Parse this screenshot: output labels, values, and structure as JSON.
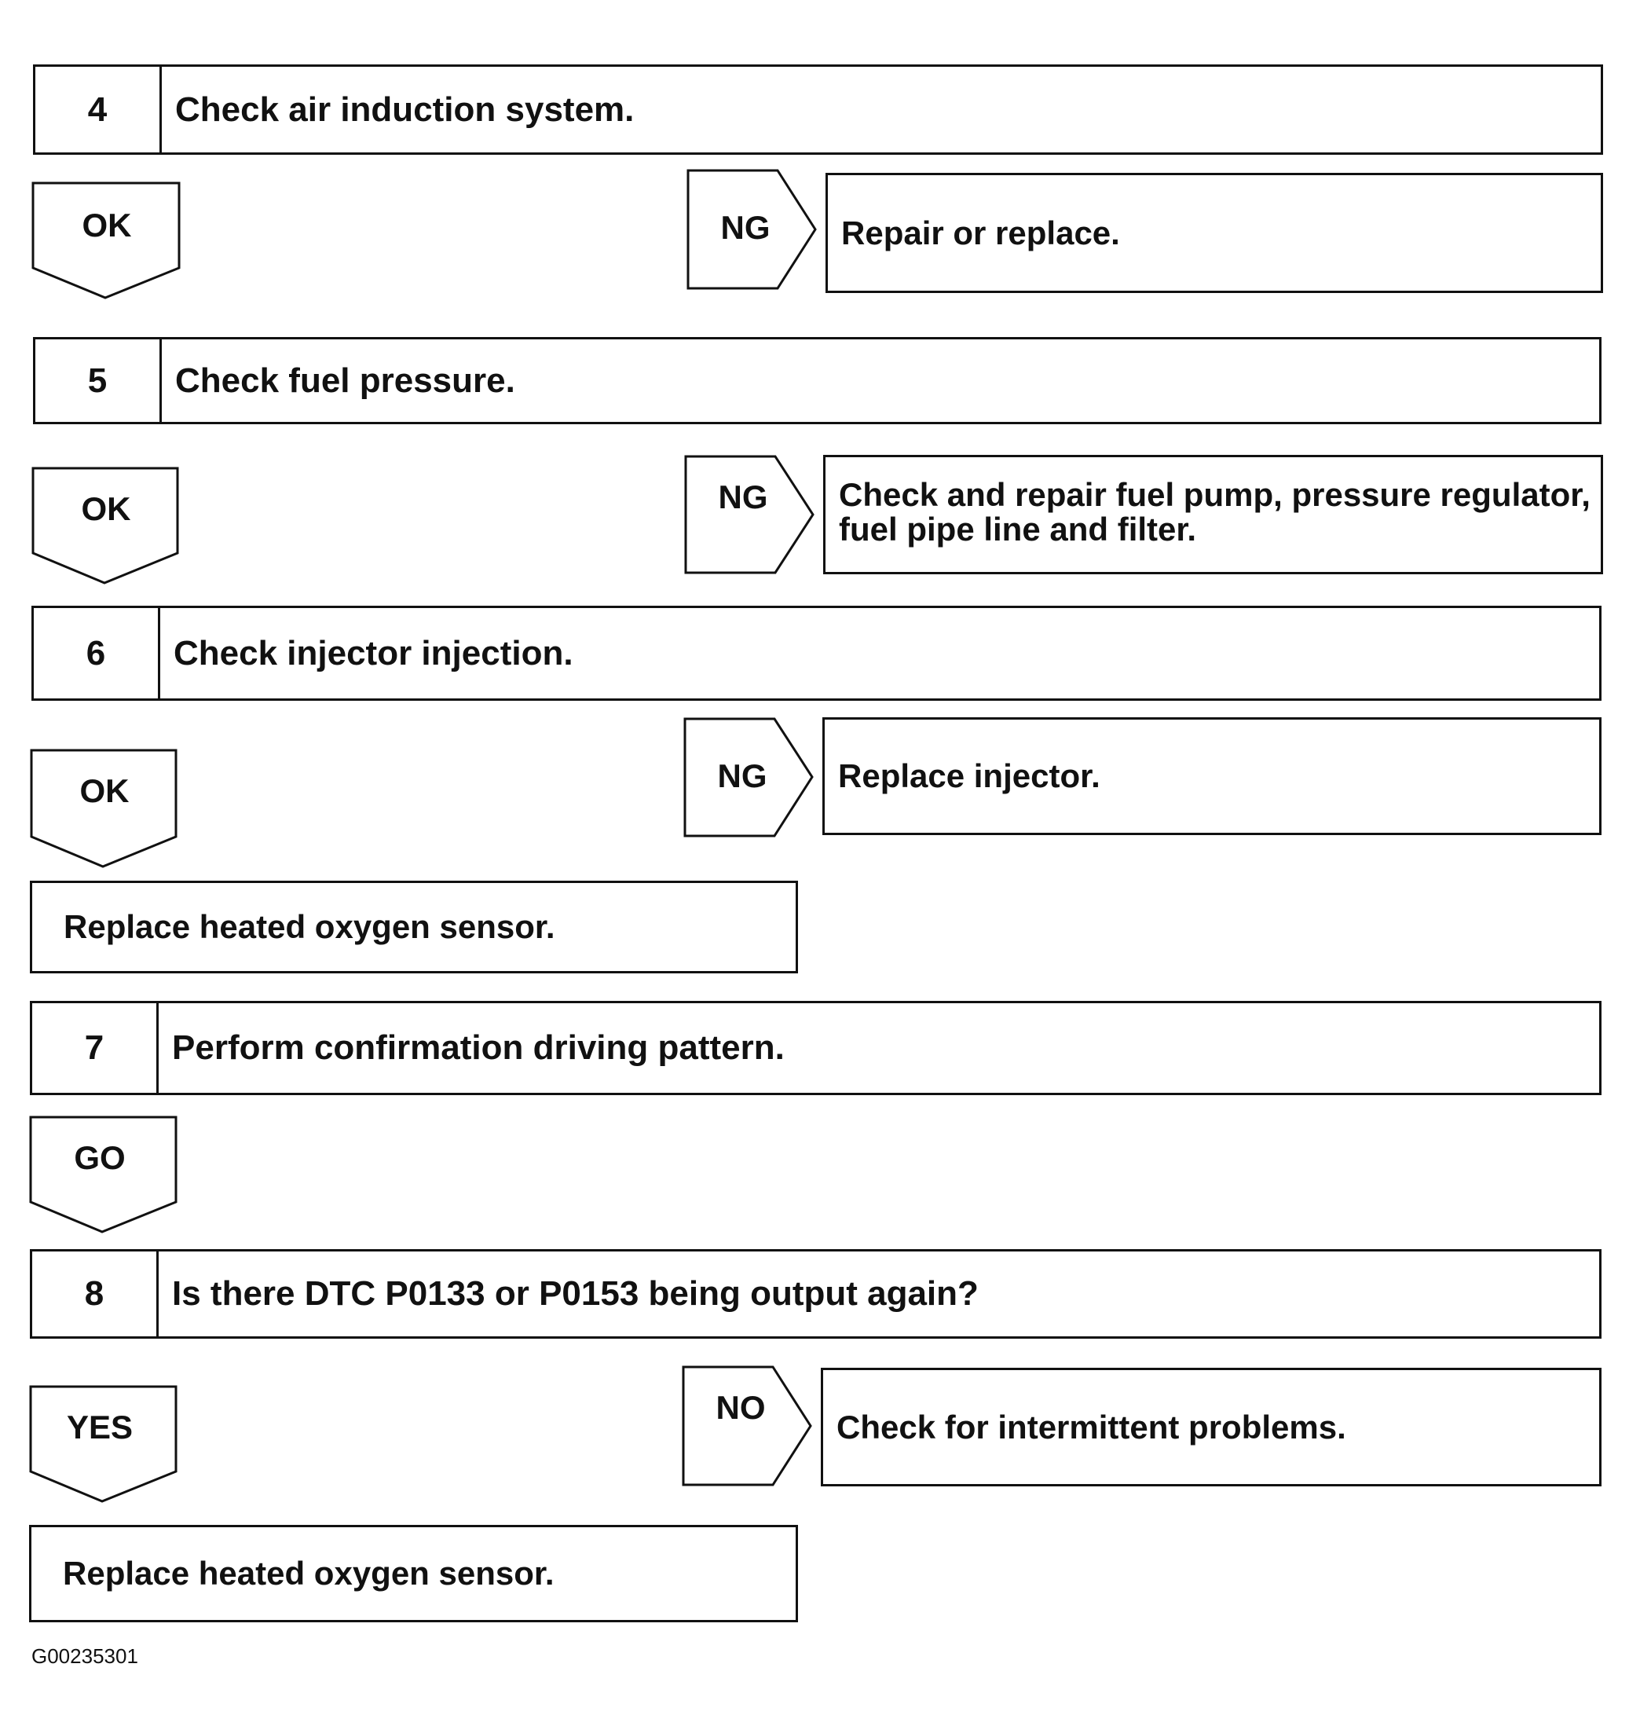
{
  "steps": [
    {
      "number": "4",
      "text": "Check air induction system."
    },
    {
      "number": "5",
      "text": "Check fuel pressure."
    },
    {
      "number": "6",
      "text": "Check injector injection."
    },
    {
      "number": "7",
      "text": "Perform confirmation driving pattern."
    },
    {
      "number": "8",
      "text": "Is there DTC P0133 or P0153 being output again?"
    }
  ],
  "branches": {
    "s4_down": "OK",
    "s4_right": "NG",
    "s4_result": "Repair or replace.",
    "s5_down": "OK",
    "s5_right": "NG",
    "s5_result_line1": "Check and repair fuel pump, pressure regulator,",
    "s5_result_line2": "fuel pipe line and filter.",
    "s6_down": "OK",
    "s6_right": "NG",
    "s6_result": "Replace injector.",
    "s6_final": "Replace heated oxygen sensor.",
    "s7_down": "GO",
    "s8_down": "YES",
    "s8_right": "NO",
    "s8_result": "Check for intermittent problems.",
    "s8_final": "Replace heated oxygen sensor."
  },
  "figure_id": "G00235301"
}
